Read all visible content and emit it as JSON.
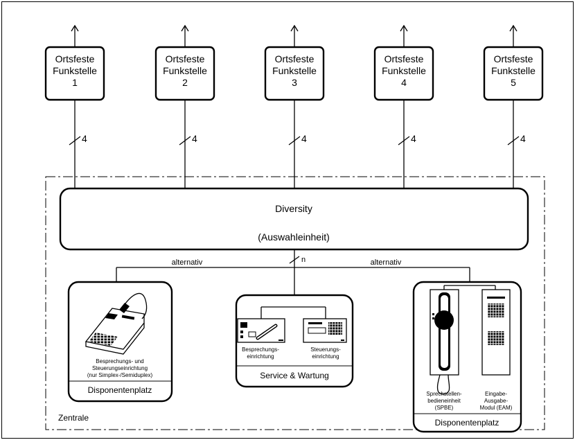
{
  "stations": [
    {
      "line1": "Ortsfeste",
      "line2": "Funkstelle",
      "number": "1",
      "count": "4"
    },
    {
      "line1": "Ortsfeste",
      "line2": "Funkstelle",
      "number": "2",
      "count": "4"
    },
    {
      "line1": "Ortsfeste",
      "line2": "Funkstelle",
      "number": "3",
      "count": "4"
    },
    {
      "line1": "Ortsfeste",
      "line2": "Funkstelle",
      "number": "4",
      "count": "4"
    },
    {
      "line1": "Ortsfeste",
      "line2": "Funkstelle",
      "number": "5",
      "count": "4"
    }
  ],
  "diversity": {
    "title": "Diversity",
    "subtitle": "(Auswahleinheit)"
  },
  "bus": {
    "n_label": "n",
    "alt_left": "alternativ",
    "alt_right": "alternativ"
  },
  "left_place": {
    "desc_line1": "Besprechungs- und",
    "desc_line2": "Steuerungseinrichtung",
    "desc_line3": "(nur Simplex-/Semiduplex)",
    "title": "Disponentenplatz"
  },
  "service": {
    "left_line1": "Besprechungs-",
    "left_line2": "einrichtung",
    "right_line1": "Steuerungs-",
    "right_line2": "einrichtung",
    "title": "Service & Wartung"
  },
  "right_place": {
    "left_line1": "Sprechstellen-",
    "left_line2": "bedieneinheit",
    "left_line3": "(SPBE)",
    "right_line1": "Eingabe-",
    "right_line2": "Ausgabe-",
    "right_line3": "Modul (EAM)",
    "title": "Disponentenplatz"
  },
  "zentrale_label": "Zentrale"
}
